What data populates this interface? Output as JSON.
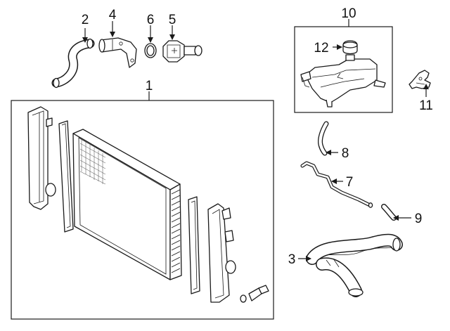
{
  "callouts": [
    {
      "id": "1",
      "label": "1"
    },
    {
      "id": "2",
      "label": "2"
    },
    {
      "id": "3",
      "label": "3"
    },
    {
      "id": "4",
      "label": "4"
    },
    {
      "id": "5",
      "label": "5"
    },
    {
      "id": "6",
      "label": "6"
    },
    {
      "id": "7",
      "label": "7"
    },
    {
      "id": "8",
      "label": "8"
    },
    {
      "id": "9",
      "label": "9"
    },
    {
      "id": "10",
      "label": "10"
    },
    {
      "id": "11",
      "label": "11"
    },
    {
      "id": "12",
      "label": "12"
    }
  ],
  "colors": {
    "line": "#1a1a1a",
    "background": "#ffffff",
    "shade": "#e6e6e6"
  }
}
